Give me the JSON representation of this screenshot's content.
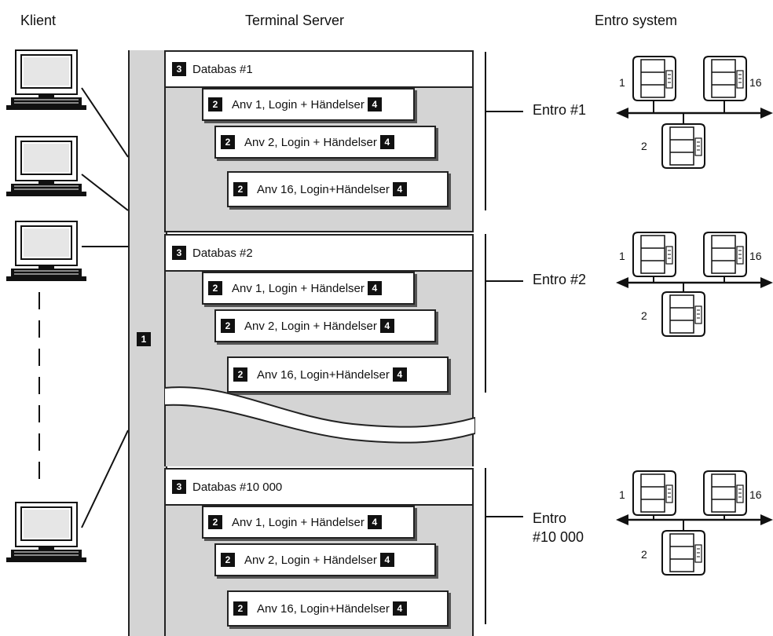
{
  "headers": {
    "client": "Klient",
    "server": "Terminal Server",
    "system": "Entro system"
  },
  "server_badge": "1",
  "databases": [
    {
      "badge": "3",
      "title": "Databas #1",
      "users": [
        {
          "badge": "2",
          "label": "Anv 1, Login + Händelser",
          "end_badge": "4"
        },
        {
          "badge": "2",
          "label": "Anv 2, Login + Händelser",
          "end_badge": "4"
        },
        {
          "badge": "2",
          "label": "Anv 16, Login+Händelser",
          "end_badge": "4"
        }
      ],
      "entro": {
        "line1": "Entro #1",
        "line2": ""
      },
      "devices": {
        "left": "1",
        "right": "16",
        "bottom": "2"
      }
    },
    {
      "badge": "3",
      "title": "Databas #2",
      "users": [
        {
          "badge": "2",
          "label": "Anv 1, Login + Händelser",
          "end_badge": "4"
        },
        {
          "badge": "2",
          "label": "Anv 2, Login + Händelser",
          "end_badge": "4"
        },
        {
          "badge": "2",
          "label": "Anv 16, Login+Händelser",
          "end_badge": "4"
        }
      ],
      "entro": {
        "line1": "Entro #2",
        "line2": ""
      },
      "devices": {
        "left": "1",
        "right": "16",
        "bottom": "2"
      }
    },
    {
      "badge": "3",
      "title": "Databas #10 000",
      "users": [
        {
          "badge": "2",
          "label": "Anv 1, Login + Händelser",
          "end_badge": "4"
        },
        {
          "badge": "2",
          "label": "Anv 2, Login + Händelser",
          "end_badge": "4"
        },
        {
          "badge": "2",
          "label": "Anv 16, Login+Händelser",
          "end_badge": "4"
        }
      ],
      "entro": {
        "line1": "Entro",
        "line2": "#10 000"
      },
      "devices": {
        "left": "1",
        "right": "16",
        "bottom": "2"
      }
    }
  ]
}
